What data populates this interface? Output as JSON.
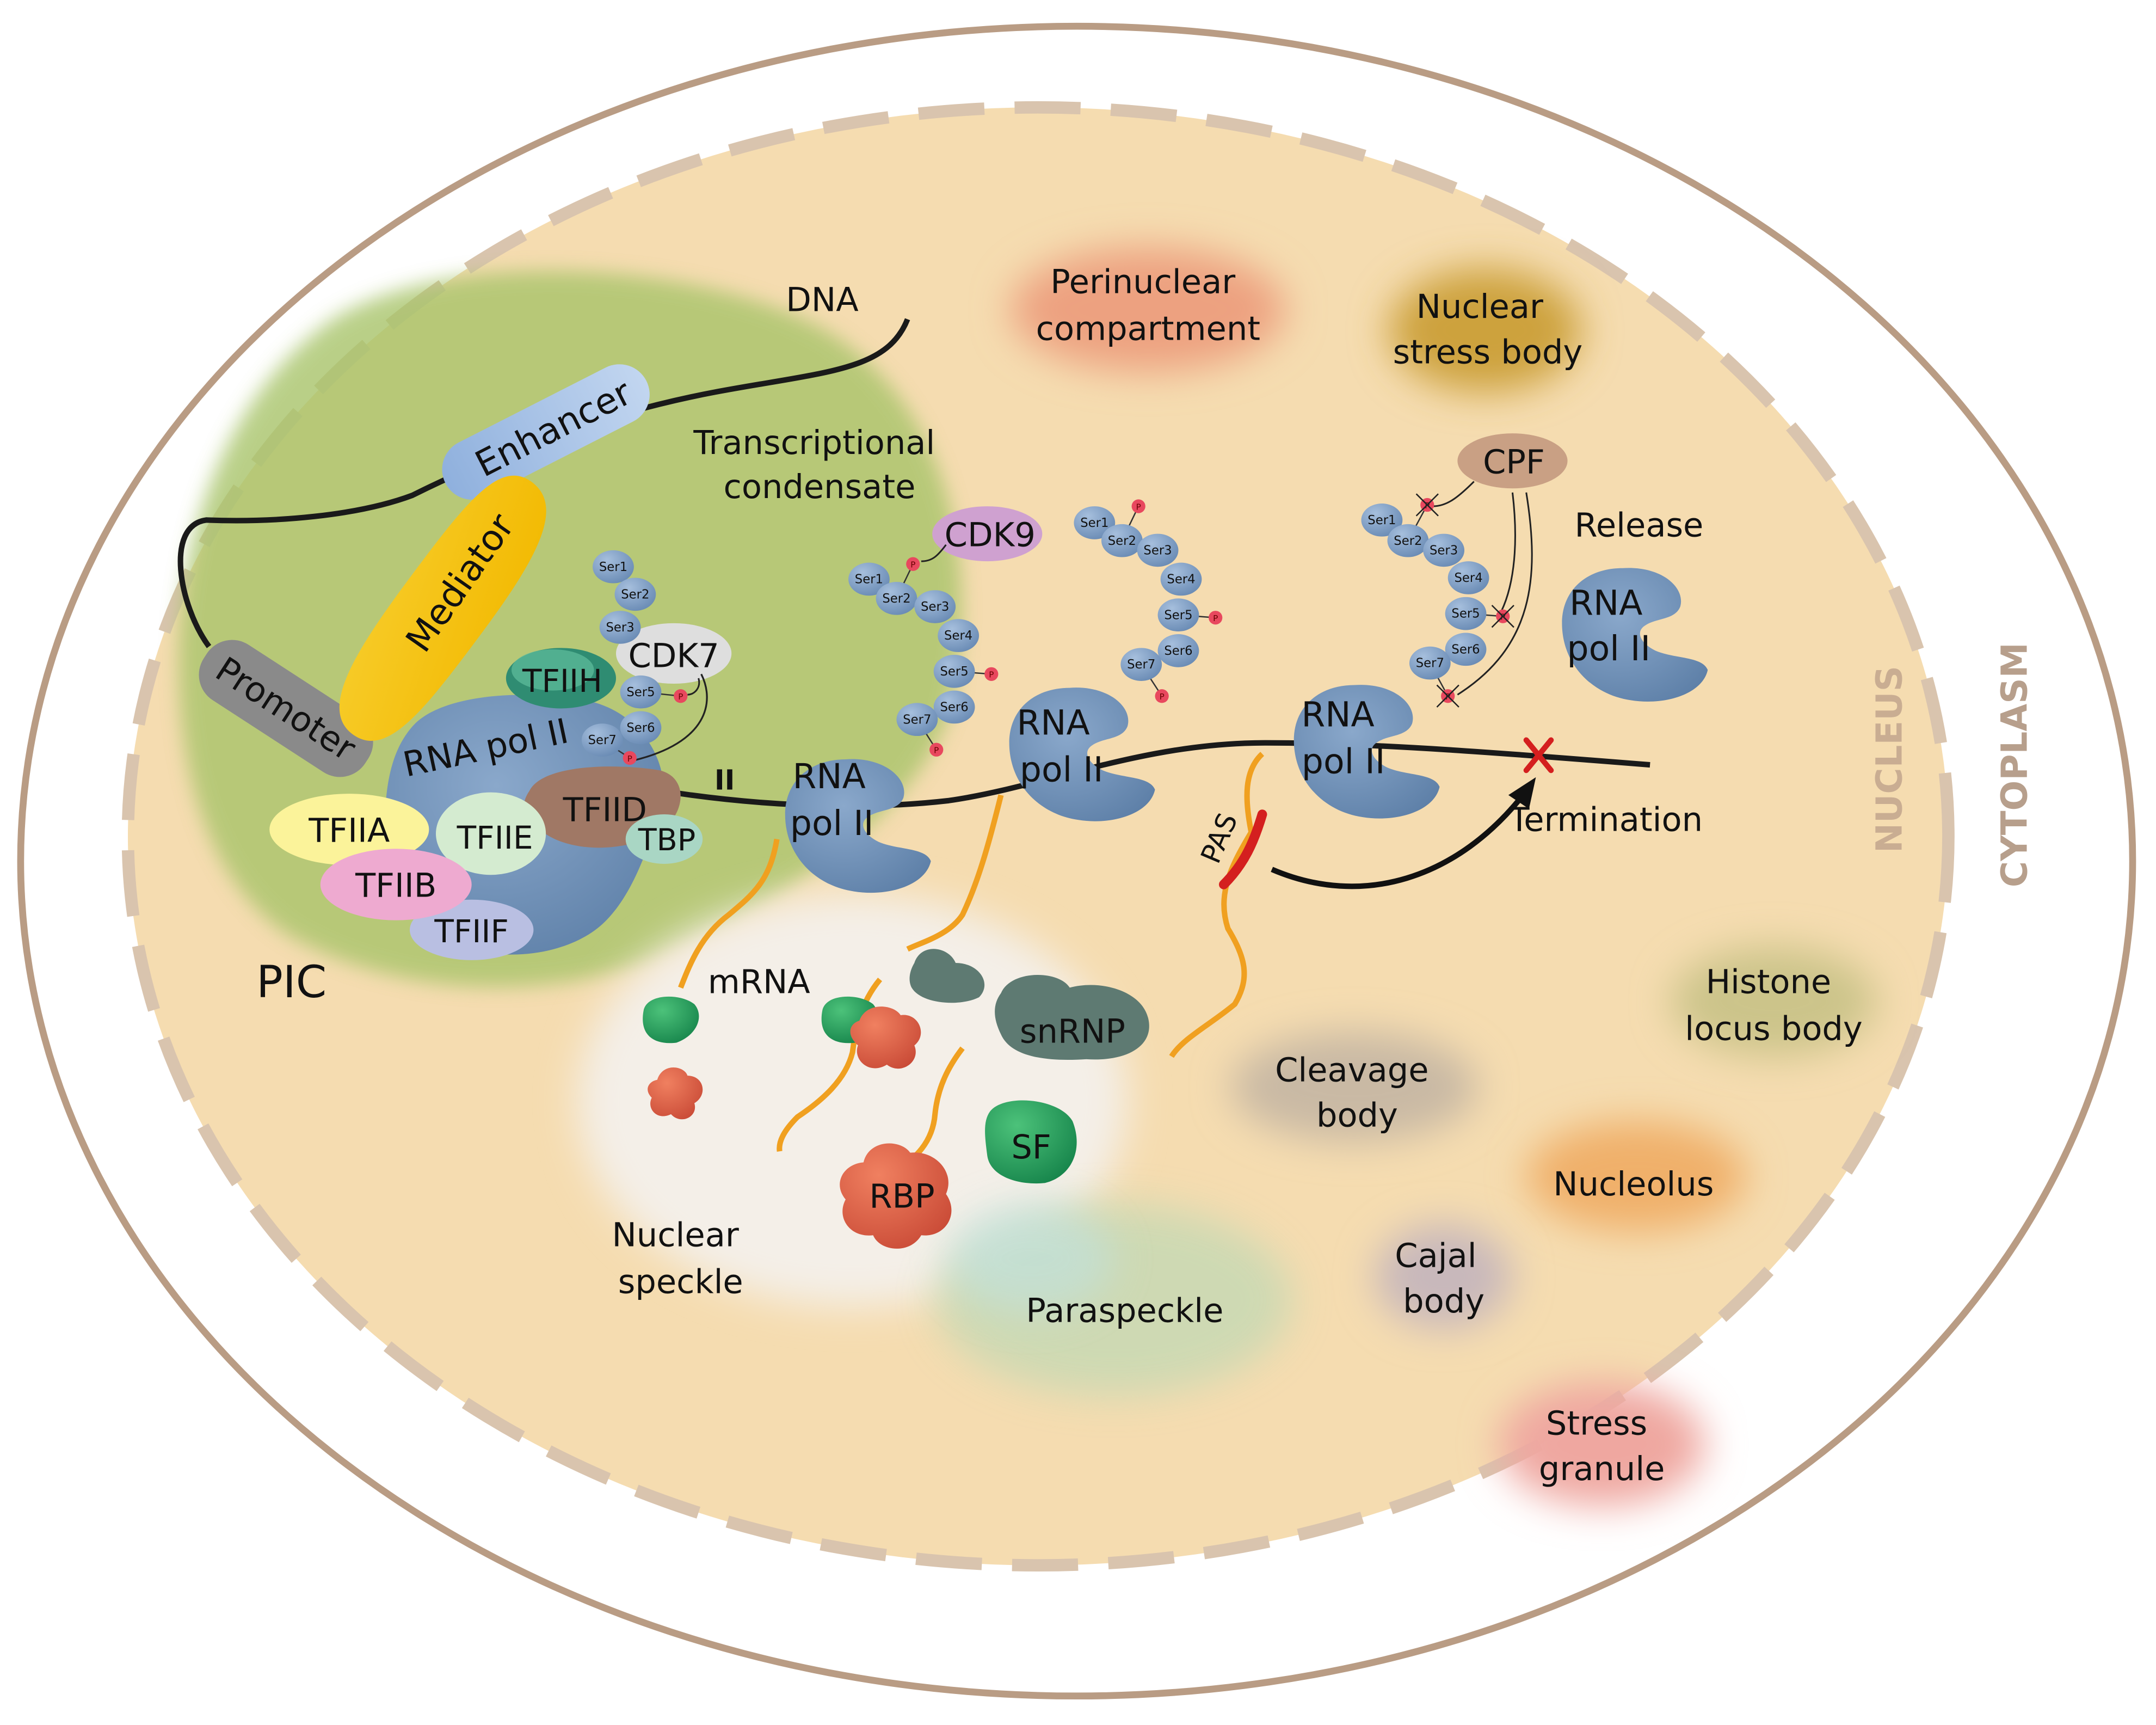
{
  "compartments": {
    "cytoplasm": "CYTOPLASM",
    "nucleus": "NUCLEUS"
  },
  "bodies": {
    "perinuclear": [
      "Perinuclear",
      "compartment"
    ],
    "nuclear_stress": [
      "Nuclear",
      "stress body"
    ],
    "histone_locus": [
      "Histone",
      "locus body"
    ],
    "cleavage": [
      "Cleavage",
      "body"
    ],
    "nucleolus": "Nucleolus",
    "cajal": [
      "Cajal",
      "body"
    ],
    "stress_granule": [
      "Stress",
      "granule"
    ],
    "paraspeckle": "Paraspeckle",
    "nuclear_speckle": [
      "Nuclear",
      "speckle"
    ],
    "transcriptional_condensate": [
      "Transcriptional",
      "condensate"
    ]
  },
  "labels": {
    "dna": "DNA",
    "enhancer": "Enhancer",
    "mediator": "Mediator",
    "promoter": "Promoter",
    "pic": "PIC",
    "pause_mark": "II",
    "mrna": "mRNA",
    "pas": "PAS",
    "termination": "Termination",
    "release": "Release"
  },
  "factors": {
    "tfiih": "TFIIH",
    "cdk7": "CDK7",
    "cdk9": "CDK9",
    "cpf": "CPF",
    "tfiid": "TFIID",
    "tbp": "TBP",
    "tfiia": "TFIIA",
    "tfiie": "TFIIE",
    "tfiib": "TFIIB",
    "tfiif": "TFIIF",
    "snrnp": "snRNP",
    "sf": "SF",
    "rbp": "RBP"
  },
  "polymerase": {
    "pic_label": "RNA pol II",
    "line1": "RNA",
    "line2": "pol II"
  },
  "ctd": {
    "ser1": "Ser1",
    "ser2": "Ser2",
    "ser3": "Ser3",
    "ser4": "Ser4",
    "ser5": "Ser5",
    "ser6": "Ser6",
    "ser7": "Ser7",
    "phospho": "P"
  },
  "colors": {
    "nucleus_fill": "#f5dcb0",
    "envelope": "#bfa58e",
    "pol2": "#6f91b7",
    "ctd_bead": "#7d9dc4",
    "phospho": "#e8485e",
    "mrna": "#f0a020",
    "pas": "#d41f1f",
    "condensate": "#a8c46a"
  }
}
